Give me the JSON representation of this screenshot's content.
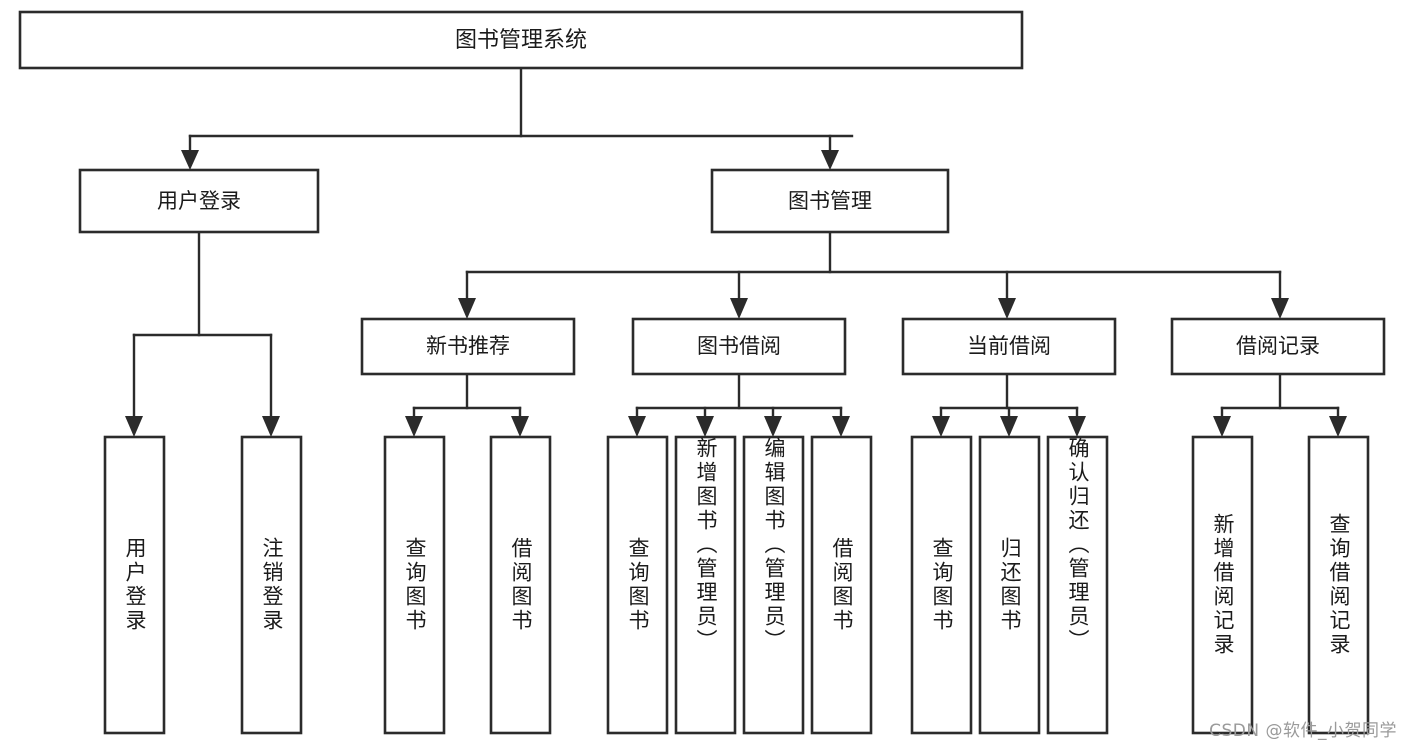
{
  "diagram": {
    "type": "tree-hierarchy",
    "title": "图书管理系统",
    "background_color": "#ffffff",
    "line_color": "#2b2b2b",
    "text_color": "#1b1b1b",
    "root": {
      "label": "图书管理系统",
      "level": 0
    },
    "level1": [
      {
        "label": "用户登录"
      },
      {
        "label": "图书管理"
      }
    ],
    "level2": [
      {
        "label": "新书推荐"
      },
      {
        "label": "图书借阅"
      },
      {
        "label": "当前借阅"
      },
      {
        "label": "借阅记录"
      }
    ],
    "leaves": {
      "user_login": [
        {
          "label": "用户登录"
        },
        {
          "label": "注销登录"
        }
      ],
      "new_book_recommend": [
        {
          "label": "查询图书"
        },
        {
          "label": "借阅图书"
        }
      ],
      "book_borrow": [
        {
          "label": "查询图书"
        },
        {
          "label": "新增图书（管理员）"
        },
        {
          "label": "编辑图书（管理员）"
        },
        {
          "label": "借阅图书"
        }
      ],
      "current_borrow": [
        {
          "label": "查询图书"
        },
        {
          "label": "归还图书"
        },
        {
          "label": "确认归还（管理员）"
        }
      ],
      "borrow_record": [
        {
          "label": "新增借阅记录"
        },
        {
          "label": "查询借阅记录"
        }
      ]
    }
  },
  "watermark": {
    "text": "CSDN @软件_小贺同学"
  }
}
